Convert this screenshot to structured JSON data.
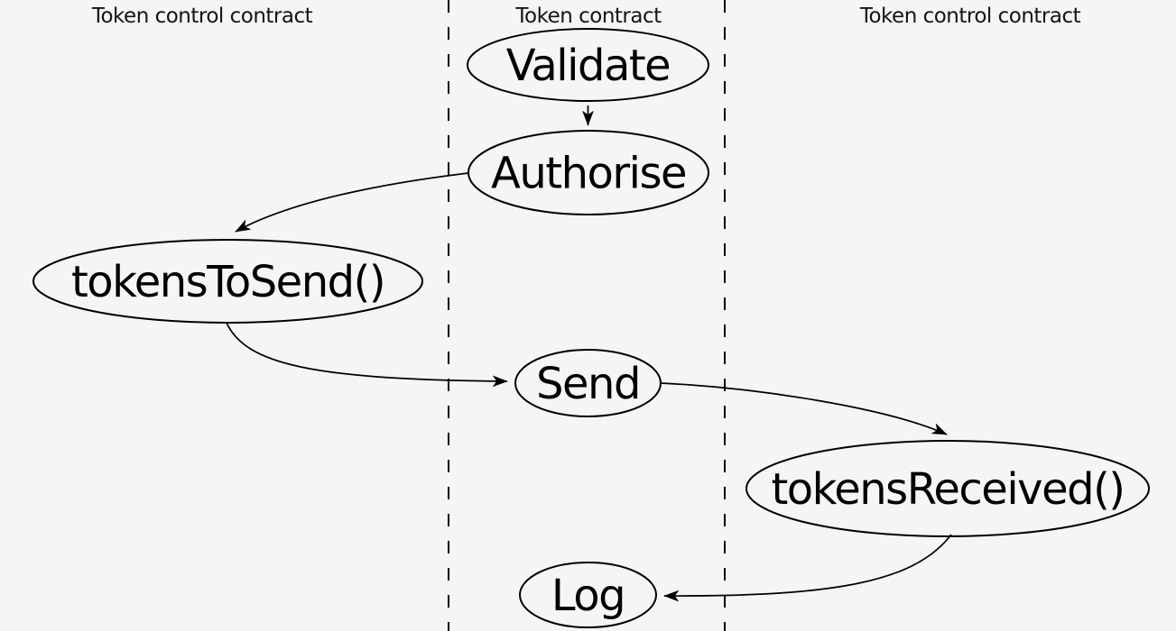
{
  "diagram": {
    "background_color": "#f4f5f4",
    "line_color": "#000000",
    "lanes": [
      {
        "id": "left-lane",
        "label": "Token control contract"
      },
      {
        "id": "middle-lane",
        "label": "Token contract"
      },
      {
        "id": "right-lane",
        "label": "Token control contract"
      }
    ],
    "nodes": [
      {
        "id": "validate",
        "label": "Validate",
        "lane": "Token contract"
      },
      {
        "id": "authorise",
        "label": "Authorise",
        "lane": "Token contract"
      },
      {
        "id": "tokens-to-send",
        "label": "tokensToSend()",
        "lane": "Token control contract (left)"
      },
      {
        "id": "send",
        "label": "Send",
        "lane": "Token contract"
      },
      {
        "id": "tokens-received",
        "label": "tokensReceived()",
        "lane": "Token control contract (right)"
      },
      {
        "id": "log",
        "label": "Log",
        "lane": "Token contract"
      }
    ],
    "edges": [
      {
        "from": "Validate",
        "to": "Authorise"
      },
      {
        "from": "Authorise",
        "to": "tokensToSend()"
      },
      {
        "from": "tokensToSend()",
        "to": "Send"
      },
      {
        "from": "Send",
        "to": "tokensReceived()"
      },
      {
        "from": "tokensReceived()",
        "to": "Log"
      }
    ]
  }
}
